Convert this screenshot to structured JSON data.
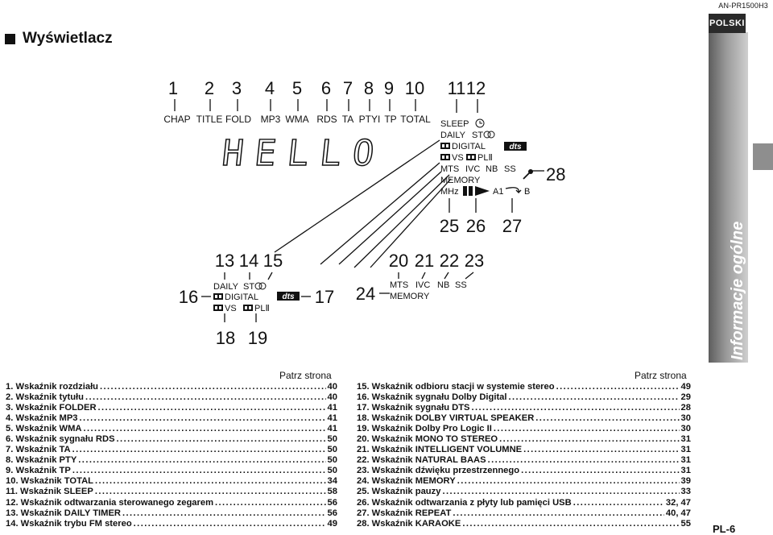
{
  "header": {
    "model": "AN-PR1500H3",
    "language": "POLSKI"
  },
  "section_title": "Wyświetlacz",
  "sidebar_label": "Informacje ogólne",
  "page_number": "PL-6",
  "display": {
    "top_numbers": [
      "1",
      "2",
      "3",
      "4",
      "5",
      "6",
      "7",
      "8",
      "9",
      "10",
      "11",
      "12"
    ],
    "top_labels": [
      "CHAP",
      "TITLE",
      "FOLD",
      "MP3",
      "WMA",
      "RDS",
      "TA",
      "PTYI",
      "TP",
      "TOTAL"
    ],
    "lcd_text": "HELLO",
    "right_panel": {
      "sleep": "SLEEP",
      "daily": "DAILY",
      "st": "ST",
      "digital": "DIGITAL",
      "vs": "VS",
      "pl2": "PLⅡ",
      "dts": "dts",
      "mts_row": [
        "MTS",
        "IVC",
        "NB",
        "SS"
      ],
      "memory": "MEMORY",
      "mhz": "MHz",
      "a1": "A1",
      "b": "B"
    },
    "callout_28": "28",
    "callouts_bottom": [
      "25",
      "26",
      "27"
    ],
    "detail_left": {
      "numbers": [
        "13",
        "14",
        "15"
      ],
      "left_num": "16",
      "right_num": "17",
      "bottom_numbers": [
        "18",
        "19"
      ],
      "daily": "DAILY",
      "st": "ST",
      "digital": "DIGITAL",
      "vs": "VS",
      "pl2": "PLⅡ",
      "dts": "dts"
    },
    "detail_right": {
      "numbers": [
        "20",
        "21",
        "22",
        "23"
      ],
      "left_num": "24",
      "labels": [
        "MTS",
        "IVC",
        "NB",
        "SS"
      ],
      "memory": "MEMORY"
    }
  },
  "index": {
    "see_page_label": "Patrz strona",
    "left": [
      {
        "label": "1. Wskaźnik rozdziału",
        "page": "40"
      },
      {
        "label": "2. Wskaźnik tytułu",
        "page": "40"
      },
      {
        "label": "3. Wskaźnik FOLDER",
        "page": "41"
      },
      {
        "label": "4. Wskaźnik MP3",
        "page": "41"
      },
      {
        "label": "5. Wskaźnik WMA",
        "page": "41"
      },
      {
        "label": "6. Wskaźnik sygnału RDS",
        "page": "50"
      },
      {
        "label": "7. Wskaźnik TA",
        "page": "50"
      },
      {
        "label": "8. Wskaźnik PTY",
        "page": "50"
      },
      {
        "label": "9. Wskaźnik TP",
        "page": "50"
      },
      {
        "label": "10. Wskaźnik TOTAL",
        "page": "34"
      },
      {
        "label": "11. Wskaźnik SLEEP",
        "page": "58"
      },
      {
        "label": "12. Wskaźnik odtwarzania sterowanego zegarem",
        "page": "56"
      },
      {
        "label": "13. Wskaźnik DAILY TIMER",
        "page": "56"
      },
      {
        "label": "14. Wskaźnik trybu FM stereo",
        "page": "49"
      }
    ],
    "right": [
      {
        "label": "15. Wskaźnik odbioru stacji w systemie stereo",
        "page": "49"
      },
      {
        "label": "16. Wskaźnik sygnału Dolby Digital",
        "page": "29"
      },
      {
        "label": "17. Wskaźnik sygnału DTS",
        "page": "28"
      },
      {
        "label": "18. Wskaźnik DOLBY VIRTUAL SPEAKER",
        "page": "30"
      },
      {
        "label": "19. Wskaźnik Dolby Pro Logic II",
        "page": "30"
      },
      {
        "label": "20. Wskaźnik MONO TO STEREO",
        "page": "31"
      },
      {
        "label": "21. Wskaźnik INTELLIGENT VOLUMNE",
        "page": "31"
      },
      {
        "label": "22. Wskaźnik NATURAL BAAS",
        "page": "31"
      },
      {
        "label": "23. Wskaźnik dźwięku przestrzennego",
        "page": "31"
      },
      {
        "label": "24. Wskaźnik MEMORY",
        "page": "39"
      },
      {
        "label": "25. Wskaźnik pauzy",
        "page": "33"
      },
      {
        "label": "26. Wskaźnik odtwarzania z płyty lub pamięci USB",
        "page": "32, 47"
      },
      {
        "label": "27. Wskaźnik REPEAT",
        "page": "40, 47"
      },
      {
        "label": "28. Wskaźnik KARAOKE",
        "page": "55"
      }
    ]
  }
}
